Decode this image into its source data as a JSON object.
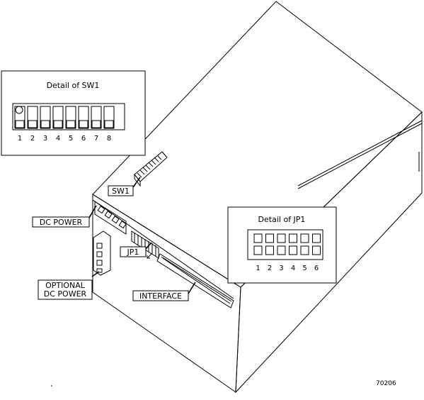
{
  "callouts": {
    "sw1": "SW1",
    "dc_power": "DC POWER",
    "jp1": "JP1",
    "optional_line1": "OPTIONAL",
    "optional_line2": "DC POWER",
    "interface": "INTERFACE"
  },
  "sw1_detail": {
    "title": "Detail of SW1",
    "switch_numbers": [
      "1",
      "2",
      "3",
      "4",
      "5",
      "6",
      "7",
      "8"
    ]
  },
  "jp1_detail": {
    "title": "Detail of JP1",
    "pin_numbers": [
      "1",
      "2",
      "3",
      "4",
      "5",
      "6"
    ]
  },
  "figure_number": "70206",
  "colors": {
    "ink": "#000000",
    "paper": "#ffffff"
  }
}
